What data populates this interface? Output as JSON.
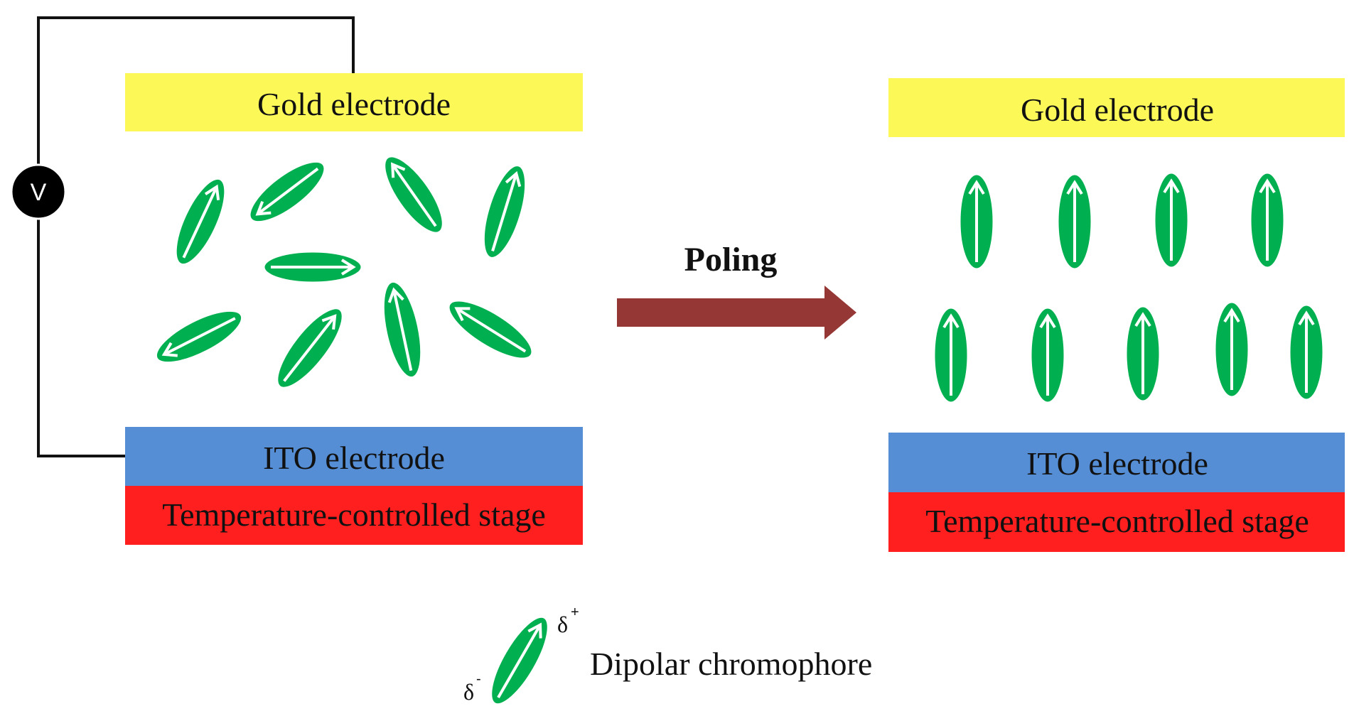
{
  "left_panel": {
    "top_electrode": {
      "label": "Gold electrode",
      "color": "#fbf858"
    },
    "bottom_electrode": {
      "label": "ITO electrode",
      "color": "#558ed5"
    },
    "stage": {
      "label": "Temperature-controlled stage",
      "color": "#ff1f1f"
    },
    "voltmeter": {
      "label": "V"
    },
    "chromophore_orientation": "random"
  },
  "process_arrow": {
    "label": "Poling",
    "color": "#953735"
  },
  "right_panel": {
    "top_electrode": {
      "label": "Gold electrode",
      "color": "#fbf858"
    },
    "bottom_electrode": {
      "label": "ITO electrode",
      "color": "#558ed5"
    },
    "stage": {
      "label": "Temperature-controlled stage",
      "color": "#ff1f1f"
    },
    "chromophore_orientation": "aligned"
  },
  "legend": {
    "label": "Dipolar chromophore",
    "positive_symbol": "δ",
    "positive_sign": "+",
    "negative_symbol": "δ",
    "negative_sign": "-"
  },
  "chromophore_color": "#00b050",
  "chromophore_outline": "#ffffff"
}
